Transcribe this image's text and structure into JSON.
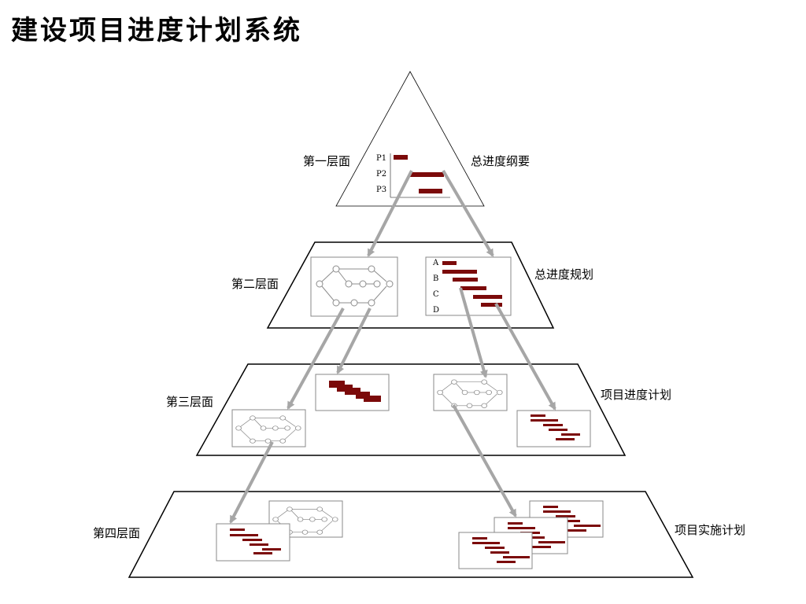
{
  "title": "建设项目进度计划系统",
  "colors": {
    "bar": "#7b0a0a",
    "arrow": "#a6a6a6",
    "net": "#8c8c8c",
    "frame": "#000000"
  },
  "levels": [
    {
      "name": "第一层面",
      "desc": "总进度纲要"
    },
    {
      "name": "第二层面",
      "desc": "总进度规划"
    },
    {
      "name": "第三层面",
      "desc": "项目进度计划"
    },
    {
      "name": "第四层面",
      "desc": "项目实施计划"
    }
  ],
  "gantt_level1": {
    "rows": [
      "P1",
      "P2",
      "P3"
    ]
  },
  "gantt_level2": {
    "rows": [
      "A",
      "B",
      "C",
      "D"
    ]
  }
}
